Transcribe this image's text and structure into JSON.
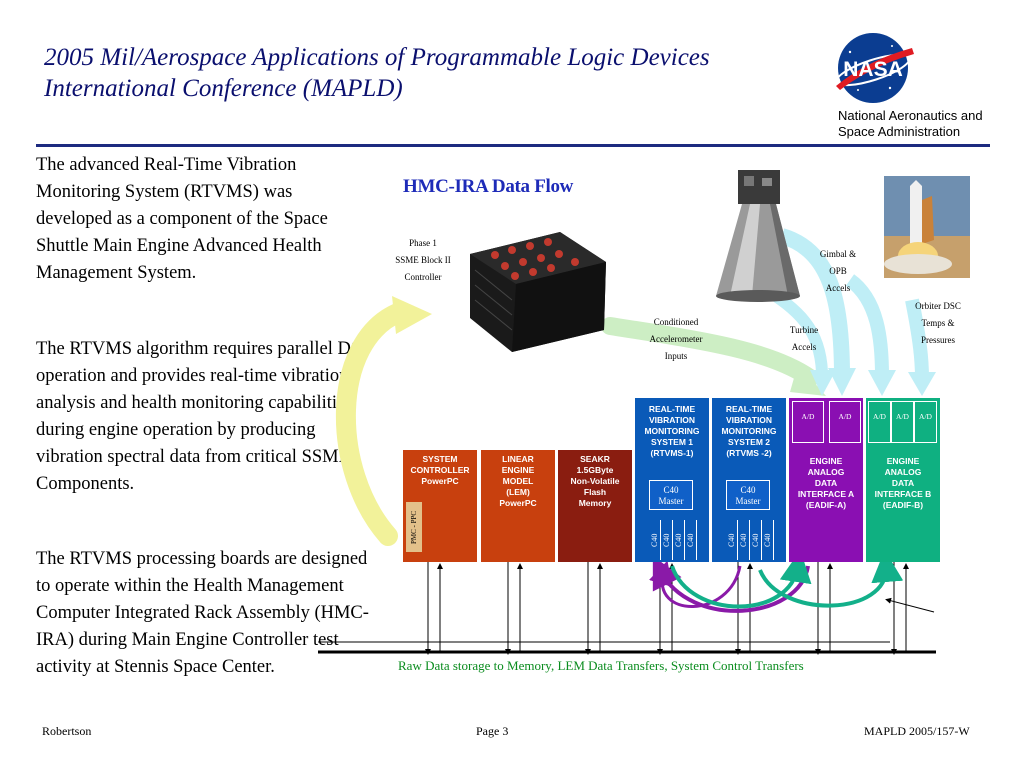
{
  "header": {
    "title_line1": "2005 Mil/Aerospace Applications of  Programmable Logic Devices",
    "title_line2": "International Conference (MAPLD)",
    "org_line1": "National Aeronautics and",
    "org_line2": "Space Administration",
    "logo_text": "NASA"
  },
  "body": {
    "paragraphs": [
      "The advanced Real-Time Vibration Monitoring System (RTVMS)  was developed as a component of the Space Shuttle Main Engine Advanced Health Management System.",
      "The RTVMS algorithm requires parallel DSP operation and provides real-time vibration analysis and health monitoring capabilities during engine operation by producing vibration spectral data from critical SSME Components.",
      "The RTVMS processing boards are designed to operate within the Health Management Computer Integrated Rack Assembly (HMC-IRA) during Main Engine Controller test activity at Stennis Space Center."
    ]
  },
  "diagram": {
    "title": "HMC-IRA Data Flow",
    "labels": {
      "phase1_1": "Phase 1",
      "phase1_2": "SSME Block II",
      "phase1_3": "Controller",
      "cond_1": "Conditioned",
      "cond_2": "Accelerometer",
      "cond_3": "Inputs",
      "gimbal_1": "Gimbal &",
      "gimbal_2": "OPB",
      "gimbal_3": "Accels",
      "turbine_1": "Turbine",
      "turbine_2": "Accels",
      "orbiter_1": "Orbiter DSC",
      "orbiter_2": "Temps &",
      "orbiter_3": "Pressures",
      "bottom_caption": "Raw Data storage to Memory, LEM Data Transfers, System Control Transfers"
    },
    "boards": {
      "sys_1": "SYSTEM",
      "sys_2": "CONTROLLER",
      "sys_3": "PowerPC",
      "sys_side": "PMC - PPC",
      "lem_1": "LINEAR",
      "lem_2": "ENGINE",
      "lem_3": "MODEL",
      "lem_4": "(LEM)",
      "lem_5": "PowerPC",
      "seakr_1": "SEAKR",
      "seakr_2": "1.5GByte",
      "seakr_3": "Non-Volatile",
      "seakr_4": "Flash",
      "seakr_5": "Memory",
      "rt1_1": "REAL-TIME",
      "rt1_2": "VIBRATION",
      "rt1_3": "MONITORING",
      "rt1_4": "SYSTEM 1",
      "rt1_5": "(RTVMS-1)",
      "rt2_1": "REAL-TIME",
      "rt2_2": "VIBRATION",
      "rt2_3": "MONITORING",
      "rt2_4": "SYSTEM 2",
      "rt2_5": "(RTVMS -2)",
      "master_1": "C40",
      "master_2": "Master",
      "c40": "C40",
      "eadifa_1": "ENGINE",
      "eadifa_2": "ANALOG",
      "eadifa_3": "DATA",
      "eadifa_4": "INTERFACE A",
      "eadifa_5": "(EADIF-A)",
      "eadifb_1": "ENGINE",
      "eadifb_2": "ANALOG",
      "eadifb_3": "DATA",
      "eadifb_4": "INTERFACE B",
      "eadifb_5": "(EADIF-B)",
      "ad": "A/D"
    }
  },
  "footer": {
    "author": "Robertson",
    "page": "Page 3",
    "doc_id": "MAPLD 2005/157-W"
  }
}
